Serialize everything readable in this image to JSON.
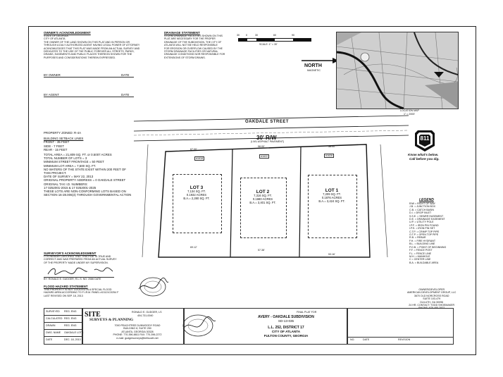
{
  "owners_ack": {
    "heading": "OWNER'S ACKNOWLEDGMENT",
    "lines": [
      "STATE OF GEORGIA",
      "CITY OF ATLANTA",
      "THE OWNER OF THE LAND SHOWN ON THIS PLAT AND IN PERSON OR",
      "THROUGH A DULY AUTHORIZED AGENT HAVING LEGAL POWER OF ATTORNEY",
      "ACKNOWLEDGES THAT THIS PLAT WAS MADE FROM AN ACTUAL SURVEY AND",
      "DEDICATES TO THE USE OF THE PUBLIC FOREVER ALL STREETS, PARKS,",
      "DRAINS, EASEMENTS AND PUBLIC PLACES THEREON SHOWN FOR THE",
      "PURPOSES AND CONSIDERATIONS THEREIN EXPRESSED."
    ],
    "by_owner": "BY OWNER",
    "by_agent": "BY AGENT",
    "date": "DATE"
  },
  "drainage": {
    "heading": "DRAINAGE STATEMENT",
    "lines": [
      "STORM DRAINAGE FACILITIES SHOWN ON THIS",
      "PLAT ARE NECESSARY FOR THE PROPER",
      "DRAINAGE OF THE SUBDIVISION. THE CITY OF",
      "ATLANTA WILL NOT BE HELD RESPONSIBLE",
      "FOR EROSION OR OVERFLOW CAUSED BY THE",
      "STORM DRAINAGE FACILITIES OR NATURAL",
      "DRAINAGE CONDITIONS NOR RESPONSIBLE FOR",
      "EXTENSIONS OF STORM DRAINS."
    ]
  },
  "scale": {
    "label": "SCALE: 1\" = 30'",
    "ticks": [
      "30",
      "0",
      "30",
      "60",
      "90"
    ]
  },
  "north": {
    "label": "NORTH",
    "sub": "MAGNETIC"
  },
  "map": {
    "caption": "LOCATION MAP",
    "sub": "1\" = 2000'"
  },
  "street": {
    "name": "OAKDALE STREET",
    "row": "30' R/W",
    "sub": "(I-9/U ASPHALT PAVEMENT)"
  },
  "notes": {
    "zoned": "PROPERTY ZONED: R-4A",
    "setback_heading": "BUILDING SETBACK LINES",
    "setbacks": [
      "FRONT - 35 FEET",
      "SIDE - 7 FEET",
      "REAR - 15 FEET"
    ],
    "lines": [
      "TOTAL AREA = 21,809 SQ. FT. or 0.5007 ACRES",
      "TOTAL NUMBER OF LOTS = 3",
      "MINIMUM STREET FRONTAGE = 50 FEET",
      "MINIMUM LOT AREA = 7,500 SQ. FT.",
      "NO WATERS OF THE STATE EXIST WITHIN 200 FEET OF",
      "THIS PROJECT.",
      "DATE OF SURVEY = MAY 22, 2013",
      "ORIGINAL PROPERTY ADDRESS = 0 OAKDALE STREET",
      "ORIGINAL TAX I.D. NUMBERS:",
      "17 0252001-2015 & 17 0252001-2025",
      "THESE LOTS ARE NON-CONFORMING LOTS BASED ON",
      "SECTION 16-28.006(4) THROUGH GOVERNMENTAL ACTION"
    ]
  },
  "lots": [
    {
      "label": "LOT 3",
      "area1": "7,134 SQ. FT.",
      "area2": "0.1932 ACRES",
      "ba": "B.A.= 2,280 SQ. FT.",
      "addr": "#1618"
    },
    {
      "label": "LOT 2",
      "area1": "7,316 SQ. FT.",
      "area2": "0.1680 ACRES",
      "ba": "B.A.= 3,401 SQ. FT.",
      "addr": "#1622"
    },
    {
      "label": "LOT 1",
      "area1": "7,209 SQ. FT.",
      "area2": "0.1876 ACRES",
      "ba": "B.A.= 3,424 SQ. FT.",
      "addr": "#1626"
    }
  ],
  "lot_dims": {
    "front": [
      "67.00'",
      "58.00'",
      "58.00'"
    ],
    "rear": [
      "69.12'",
      "57.38'",
      "53.16'"
    ]
  },
  "sign811": {
    "number": "811",
    "tag1": "Know what's below.",
    "tag2": "Call before you dig."
  },
  "legend": {
    "heading": "LEGEND",
    "items": [
      "R/W = RIGHT OF WAY",
      "J.B. = JUNCTION BOX",
      "C.B. = CATCH BASIN",
      "D.I. = DROP INLET",
      "S.S.E. = SEWER EASEMENT",
      "D.E. = DRAINAGE EASEMENT",
      "U.P. = UTILITY POLE",
      "I.P.F. = IRON PIN FOUND",
      "I.P.S. = IRON PIN SET",
      "C.T.P. = CRIMP TOP PIPE",
      "O.T.P. = OPEN TOP PIPE",
      "R.B. = REBAR",
      "F.H. = FIRE HYDRANT",
      "B.L. = BUILDING LINE",
      "P.O.B. = POINT OF BEGINNING",
      "F.F. = FENCE POST",
      "F.L. = FENCE LINE",
      "M.H. = MANHOLE",
      "C = CENTER LINE",
      "B.A. = BUILDABLE AREA"
    ]
  },
  "surveyors_ack": {
    "heading": "SURVEYOR'S ACKNOWLEDGMENT",
    "lines": [
      "IT IS HEREBY CERTIFIED THAT THIS PLAT IS TRUE AND",
      "CORRECT AND WAS PREPARED FROM AN ACTUAL SURVEY",
      "OF THE PROPERTY MADE UNDER MY SUPERVISION."
    ],
    "sig_line": "BY: RONALD E. GUDGER, R.L.S. NO. 2086   DATE"
  },
  "flood": {
    "heading": "FLOOD HAZARD STATEMENT",
    "lines": [
      "THIS PROPERTY IS NOT LOCATED IN A SPECIAL FLOOD",
      "HAZARD AREA ACCORDING TO F.I.R.M. PANEL #13121C0254 F",
      "LAST REVISED ON SEP. 18, 2013"
    ]
  },
  "owner_dev": {
    "heading": "OWNER/DEVELOPER",
    "lines": [
      "AMERICAN DEVELOPMENT GROUP, LLC",
      "3670 OLD NORCROSS ROAD",
      "SUITE 103-479",
      "DULUTH, GA 30096",
      "24 HR. CONTACT: TODD SHOEMAKER",
      "PHONE: 678-485-2922"
    ]
  },
  "title_block": {
    "rows": [
      {
        "label": "SURVEYED",
        "value": "REG. ENG"
      },
      {
        "label": "CALCULATED",
        "value": "REG. ENG"
      },
      {
        "label": "DRAWN",
        "value": "REG. ENG"
      },
      {
        "label": "DWG. NAME",
        "value": "OAKDALE LOTS"
      },
      {
        "label": "DATE",
        "value": "DEC. 18, 2013"
      }
    ],
    "firm_line1": "SITE",
    "firm_line2": "SURVEYS & PLANNING",
    "firm_owner": "RONALD E. GUDGER, LS",
    "firm_phone1": "404-731-0040",
    "firm_addr": [
      "7000 PEACHTREE DUNWOODY ROAD",
      "BUILDING 8, SUITE 250",
      "ATLANTA, GEORGIA 30328",
      "PHONE: 770-396-8811 FAX: 770-396-2272",
      "e-mail: gudgersurveys@bellsouth.net"
    ],
    "final_plat": "FINAL PLAT FOR",
    "project": "AVERY - OAKDALE SUBDIVISION",
    "project_no": "SD-13-035",
    "ll": "L.L. 252, DISTRICT 17",
    "city": "CITY OF ATLANTA",
    "county": "FULTON COUNTY, GEORGIA",
    "rev_no": "NO.",
    "rev_date": "DATE",
    "rev_revision": "REVISION"
  }
}
